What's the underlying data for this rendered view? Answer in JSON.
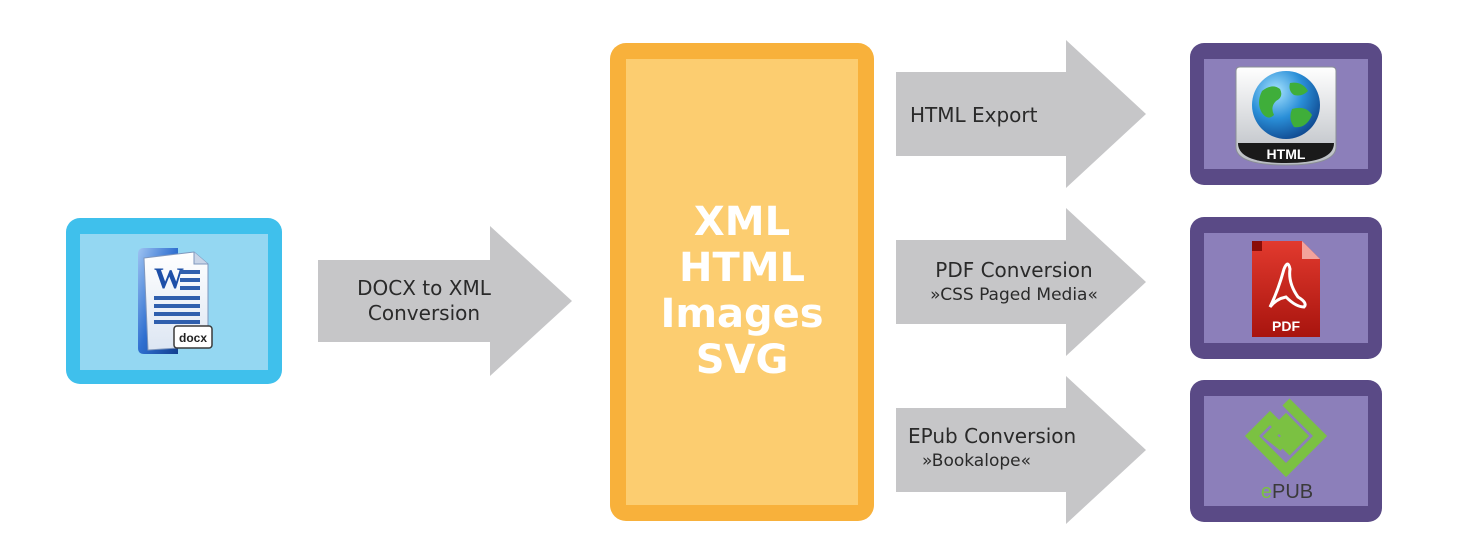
{
  "source": {
    "icon_name": "word-docx-icon",
    "icon_text_top": "W",
    "icon_text_bottom": "docx"
  },
  "arrow_docx": {
    "line1": "DOCX to XML",
    "line2": "Conversion"
  },
  "center": {
    "items": [
      "XML",
      "HTML",
      "Images",
      "SVG"
    ]
  },
  "arrows_out": [
    {
      "line1": "HTML Export",
      "line2": ""
    },
    {
      "line1": "PDF Conversion",
      "line2": "»CSS Paged Media«"
    },
    {
      "line1": "EPub Conversion",
      "line2": "»Bookalope«"
    }
  ],
  "outputs": [
    {
      "icon_name": "html-globe-icon",
      "label": "HTML"
    },
    {
      "icon_name": "pdf-icon",
      "label": "PDF"
    },
    {
      "icon_name": "epub-icon",
      "label_e": "e",
      "label_rest": "PUB"
    }
  ],
  "colors": {
    "source_border": "#3fc0ec",
    "source_fill": "#94d7f2",
    "center_border": "#f8b13b",
    "center_fill": "#fccd70",
    "output_border": "#5a4a86",
    "output_fill": "#8c7fba",
    "arrow": "#c6c6c8"
  }
}
